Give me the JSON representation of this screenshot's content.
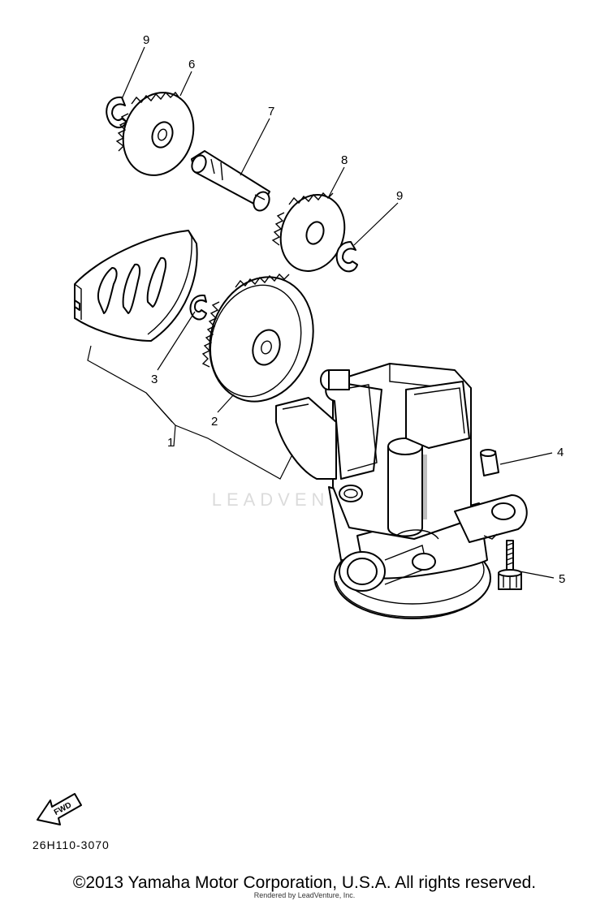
{
  "callouts": [
    {
      "id": "part-1",
      "label": "1"
    },
    {
      "id": "part-2",
      "label": "2"
    },
    {
      "id": "part-3",
      "label": "3"
    },
    {
      "id": "part-4",
      "label": "4"
    },
    {
      "id": "part-5",
      "label": "5"
    },
    {
      "id": "part-6",
      "label": "6"
    },
    {
      "id": "part-7",
      "label": "7"
    },
    {
      "id": "part-8",
      "label": "8"
    },
    {
      "id": "part-9a",
      "label": "9"
    },
    {
      "id": "part-9b",
      "label": "9"
    }
  ],
  "watermark": "LEADVENTURE",
  "fwd_label": "FWD",
  "diagram_code": "26H110-3070",
  "copyright": "©2013 Yamaha Motor Corporation, U.S.A. All rights reserved.",
  "render_credit": "Rendered by LeadVenture, Inc."
}
